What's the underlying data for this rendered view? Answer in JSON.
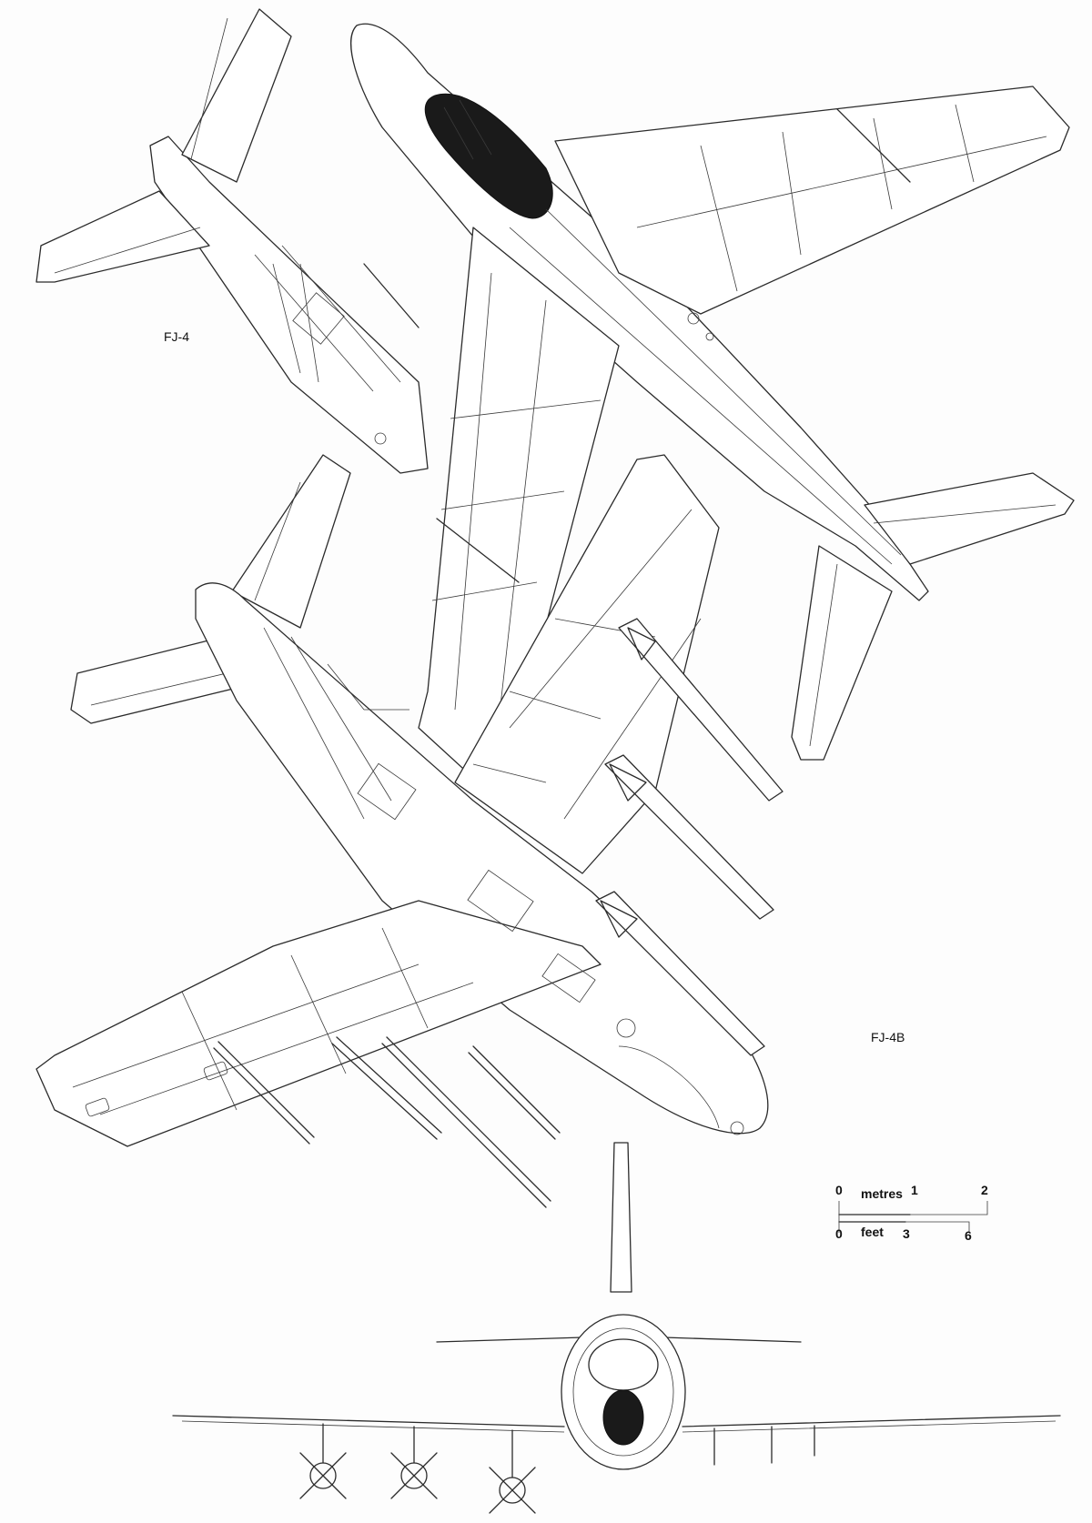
{
  "labels": {
    "fj4": "FJ-4",
    "fj4b": "FJ-4B"
  },
  "scale": {
    "metres_zero": "0",
    "metres_label": "metres",
    "metres_one": "1",
    "metres_two": "2",
    "feet_zero": "0",
    "feet_label": "feet",
    "feet_three": "3",
    "feet_six": "6"
  },
  "colors": {
    "line": "#2b2b2b",
    "canopy": "#1a1a1a",
    "paper": "#fdfdfd"
  }
}
